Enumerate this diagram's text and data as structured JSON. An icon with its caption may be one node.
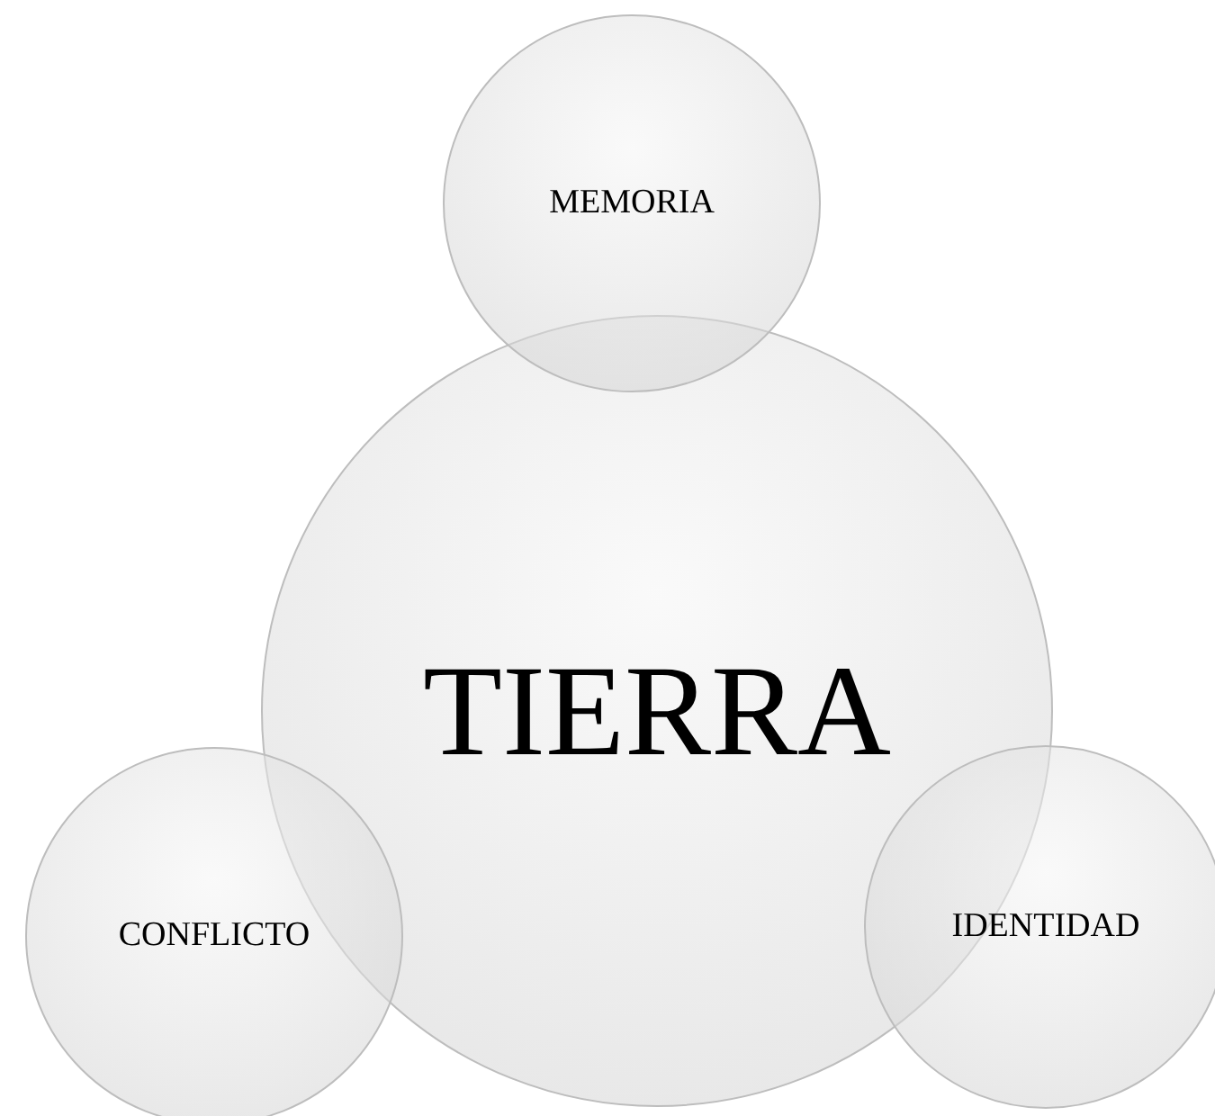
{
  "diagram": {
    "nodes": [
      {
        "text": [
          "TIERRA"
        ]
      },
      {
        "text": [
          "MEMORIA"
        ]
      },
      {
        "text": [
          "CONFLICTO"
        ]
      },
      {
        "text": [
          "IDENTIDAD"
        ]
      }
    ]
  }
}
